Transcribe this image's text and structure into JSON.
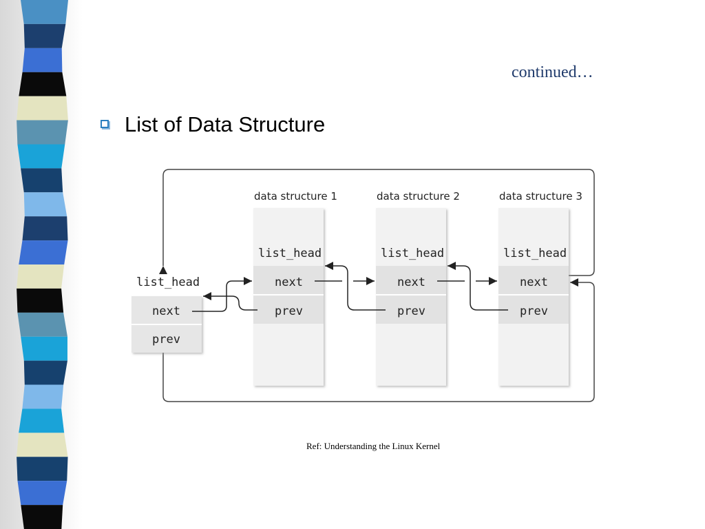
{
  "slide": {
    "continued": "continued…",
    "bullet": "List of Data Structure",
    "reference": "Ref: Understanding the Linux Kernel"
  },
  "diagram": {
    "head": {
      "title": "list_head",
      "next": "next",
      "prev": "prev"
    },
    "structures": [
      {
        "title": "data structure 1",
        "list_head": "list_head",
        "next": "next",
        "prev": "prev"
      },
      {
        "title": "data structure 2",
        "list_head": "list_head",
        "next": "next",
        "prev": "prev"
      },
      {
        "title": "data structure 3",
        "list_head": "list_head",
        "next": "next",
        "prev": "prev"
      }
    ]
  },
  "colors": {
    "stripes": [
      "#4a90c4",
      "#1c3f6e",
      "#3b6fd4",
      "#0a0a0a",
      "#e4e4c0",
      "#5b93b0",
      "#1aa3d8",
      "#16416e",
      "#7fb8ea",
      "#1c3f6e",
      "#3b6fd4",
      "#e4e4c0",
      "#0a0a0a",
      "#5b93b0",
      "#1aa3d8",
      "#16416e",
      "#7fb8ea",
      "#1aa3d8",
      "#e4e4c0",
      "#16416e",
      "#3b6fd4",
      "#0a0a0a"
    ],
    "accent": "#1f3a6b"
  }
}
